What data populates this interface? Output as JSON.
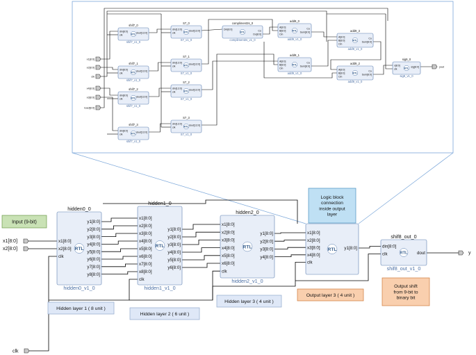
{
  "colors": {
    "block_fill": "#e8eef8",
    "block_stroke": "#5b7fb0",
    "wire": "#000000",
    "input_box": "#c9e2b5",
    "layer_box": "#dfe8f7",
    "output_box": "#f9cfae",
    "logic_box": "#bfe0f4",
    "zoom_lines": "#7aa6d9"
  },
  "top_inputs": [
    {
      "label": "x1[8:0]"
    },
    {
      "label": "x2[8:0]"
    },
    {
      "label": "clk"
    },
    {
      "label": "x4[8:0]"
    },
    {
      "label": "x3[8:0]"
    },
    {
      "label": "load[8:0]"
    }
  ],
  "top_blocks": [
    {
      "name": "shif7_0",
      "sub": "shif7_v1_0",
      "ports_l": [
        "din[8:0]",
        "clk"
      ],
      "ports_r": [
        "dout[13:0]"
      ]
    },
    {
      "name": "shif7_1",
      "sub": "shif7_v1_0",
      "ports_l": [
        "din[8:0]",
        "clk"
      ],
      "ports_r": [
        "dout[13:0]"
      ]
    },
    {
      "name": "shif7_2",
      "sub": "shif7_v1_0",
      "ports_l": [
        "din[8:0]",
        "clk"
      ],
      "ports_r": [
        "dout[13:0]"
      ]
    },
    {
      "name": "shif7_3",
      "sub": "shif7_v1_0",
      "ports_l": [
        "din[8:0]",
        "clk"
      ],
      "ports_r": [
        "dout[13:0]"
      ]
    },
    {
      "name": "S7_0",
      "sub": "S7_v1_0",
      "ports_l": [
        "din[13:0]",
        "clk"
      ],
      "ports_r": [
        "dout[13:0]"
      ]
    },
    {
      "name": "S7_1",
      "sub": "S7_v1_0",
      "ports_l": [
        "din[13:0]",
        "clk"
      ],
      "ports_r": [
        "dout[13:0]"
      ]
    },
    {
      "name": "S7_2",
      "sub": "S7_v1_0",
      "ports_l": [
        "din[13:0]",
        "clk"
      ],
      "ports_r": [
        "dout[13:0]"
      ]
    },
    {
      "name": "S7_3",
      "sub": "S7_v1_0",
      "ports_l": [
        "din[13:0]",
        "clk"
      ],
      "ports_r": [
        "dout[13:0]"
      ]
    },
    {
      "name": "compliment2s_0",
      "sub": "compliment2s_v1_0",
      "ports_l": [
        "Din[8:0]"
      ],
      "ports_r": [
        "Co",
        "Do[8:0]"
      ]
    },
    {
      "name": "add9_0",
      "sub": "add9_v1_0",
      "ports_l": [
        "A[8:0]",
        "B[8:0]",
        "Cin"
      ],
      "ports_r": [
        "Co",
        "Sum[8:0]"
      ]
    },
    {
      "name": "add9_1",
      "sub": "add9_v1_0",
      "ports_l": [
        "A[8:0]",
        "B[8:0]",
        "Cin"
      ],
      "ports_r": [
        "Co",
        "Sum[8:0]"
      ]
    },
    {
      "name": "add9_3",
      "sub": "add9_v1_0",
      "ports_l": [
        "A[8:0]",
        "B[8:0]",
        "Cin"
      ],
      "ports_r": [
        "Co",
        "Sum[8:0]"
      ]
    },
    {
      "name": "add9_2",
      "sub": "add9_v1_0",
      "ports_l": [
        "A[8:0]",
        "B[8:0]",
        "Cin"
      ],
      "ports_r": [
        "Co",
        "Sum[8:0]"
      ]
    },
    {
      "name": "sig9_0",
      "sub": "sig9_v1_0",
      "ports_l": [
        "x[8:0]",
        "clk"
      ],
      "ports_r": [
        "sig[8:0]"
      ]
    }
  ],
  "top_output": {
    "label": "yout"
  },
  "rtl_text": "RTL",
  "bottom": {
    "input_box": "Input (9-bit)",
    "inputs": [
      "x1[8:0]",
      "x2[8:0]"
    ],
    "clk": "clk",
    "output": "y",
    "hidden0": {
      "name": "hidden0_0",
      "sub": "hidden0_v1_0",
      "ports_l": [
        "x1[8:0]",
        "x2[8:0]",
        "clk"
      ],
      "ports_r": [
        "y1[8:0]",
        "y2[8:0]",
        "y3[8:0]",
        "y4[8:0]",
        "y5[8:0]",
        "y6[8:0]",
        "y7[8:0]",
        "y8[8:0]"
      ]
    },
    "hidden1": {
      "name": "hidden1_0",
      "sub": "hidden1_v1_0",
      "ports_l": [
        "x1[8:0]",
        "x2[8:0]",
        "x3[8:0]",
        "x4[8:0]",
        "x5[8:0]",
        "x6[8:0]",
        "x7[8:0]",
        "x8[8:0]",
        "clk"
      ],
      "ports_r": [
        "y1[8:0]",
        "y2[8:0]",
        "y3[8:0]",
        "y4[8:0]",
        "y5[8:0]",
        "y6[8:0]"
      ]
    },
    "hidden2": {
      "name": "hidden2_0",
      "sub": "hidden2_v1_0",
      "ports_l": [
        "x1[8:0]",
        "x2[8:0]",
        "x3[8:0]",
        "x4[8:0]",
        "x5[8:0]",
        "x6[8:0]",
        "clk"
      ],
      "ports_r": [
        "y1[8:0]",
        "y2[8:0]",
        "y3[8:0]",
        "y4[8:0]"
      ]
    },
    "output_block": {
      "ports_l": [
        "x1[8:0]",
        "x2[8:0]",
        "x3[8:0]",
        "x4[8:0]",
        "clk"
      ],
      "ports_r": [
        "y1[8:0]"
      ]
    },
    "shift": {
      "name": "shif8_out_0",
      "sub": "shif8_out_v1_0",
      "ports_l": [
        "din[8:0]",
        "clk"
      ],
      "ports_r": [
        "dout"
      ]
    },
    "logic_box": [
      "Logic block",
      "connection",
      "inside output",
      "layer"
    ],
    "layer1": "Hidden layer 1 ( 8 unit )",
    "layer2": "Hidden layer 2 ( 6 unit )",
    "layer3": "Hidden layer 3 ( 4 unit )",
    "output_layer": "Output layer 3 ( 4 unit )",
    "output_shift": [
      "Output shift",
      "from 9-bit to",
      "binary bit"
    ]
  }
}
